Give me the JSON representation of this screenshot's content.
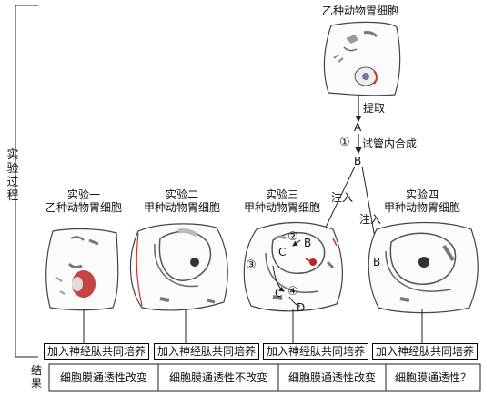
{
  "process_label": "实验过程",
  "result_label": "结果",
  "source_cell": {
    "title": "乙种动物胃细胞"
  },
  "steps": {
    "extract": "提取",
    "point_a": "A",
    "step_one_marker": "①",
    "synthesis": "试管内合成",
    "point_b": "B",
    "inject_left": "注入",
    "inject_right": "注入"
  },
  "experiments": [
    {
      "name": "实验一",
      "cell": "乙种动物胃细胞",
      "treatment": "加入神经肽共同培养",
      "result": "细胞膜通透性改变"
    },
    {
      "name": "实验二",
      "cell": "甲种动物胃细胞",
      "treatment": "加入神经肽共同培养",
      "result": "细胞膜通透性不改变"
    },
    {
      "name": "实验三",
      "cell": "甲种动物胃细胞",
      "treatment": "加入神经肽共同培养",
      "result": "细胞膜通透性改变"
    },
    {
      "name": "实验四",
      "cell": "甲种动物胃细胞",
      "treatment": "加入神经肽共同培养",
      "result": "细胞膜通透性？"
    }
  ],
  "exp3_markers": {
    "m2": "②",
    "b": "B",
    "c_top": "C",
    "m3": "③",
    "m4": "④",
    "c_bottom": "C",
    "d": "D"
  },
  "exp4_marker": {
    "b": "B"
  }
}
